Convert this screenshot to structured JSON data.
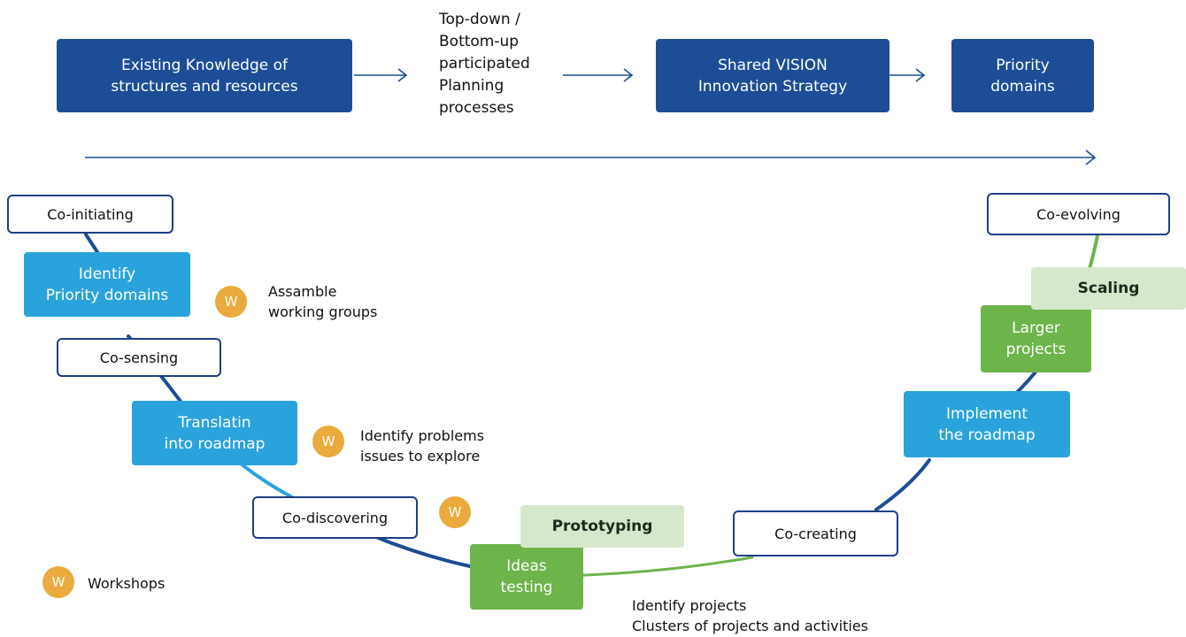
{
  "top_flow": {
    "existing_knowledge": "Existing Knowledge of\nstructures and resources",
    "planning_processes": "Top-down /\nBottom-up\nparticipated\nPlanning\nprocesses",
    "shared_vision": "Shared VISION\nInnovation Strategy",
    "priority_domains": "Priority\ndomains"
  },
  "stages": {
    "co_initiating": "Co-initiating",
    "co_sensing": "Co-sensing",
    "co_discovering": "Co-discovering",
    "co_creating": "Co-creating",
    "co_evolving": "Co-evolving"
  },
  "steps": {
    "identify_priority_domains": "Identify\nPriority domains",
    "translatin_roadmap": "Translatin\ninto roadmap",
    "ideas_testing": "Ideas\ntesting",
    "implement_roadmap": "Implement\nthe roadmap",
    "larger_projects": "Larger\nprojects"
  },
  "phases": {
    "prototyping": "Prototyping",
    "scaling": "Scaling"
  },
  "workshop_badge": "W",
  "notes": {
    "assemble_groups": "Assamble\nworking groups",
    "identify_problems": "Identify problems\nissues to explore",
    "identify_projects": "Identify projects\nClusters of projects and activities"
  },
  "legend": {
    "workshops": "Workshops"
  },
  "colors": {
    "navy": "#1c4d96",
    "cyan": "#2aa3dc",
    "green": "#6db44b",
    "pale_green": "#d6e8cc",
    "badge_orange": "#ebaa3d"
  }
}
